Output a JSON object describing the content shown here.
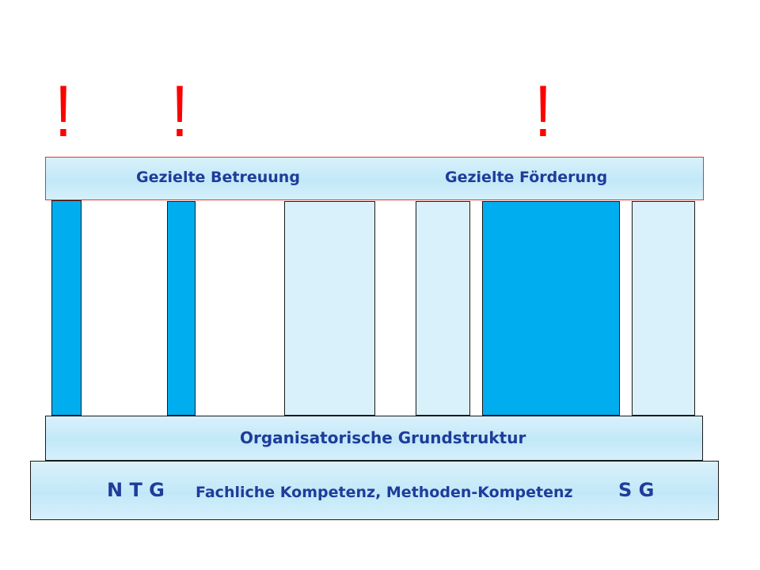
{
  "exclamation_marks": [
    "!",
    "!",
    "!"
  ],
  "roof": {
    "label_left": "Gezielte Betreuung",
    "label_right": "Gezielte Förderung"
  },
  "middle_band": {
    "label": "Organisatorische Grundstruktur"
  },
  "base": {
    "label_left": "N T G",
    "label_center": "Fachliche Kompetenz, Methoden-Kompetenz",
    "label_right": "S G"
  },
  "pillars": [
    {
      "shade": "dark"
    },
    {
      "shade": "dark"
    },
    {
      "shade": "light"
    },
    {
      "shade": "light"
    },
    {
      "shade": "dark"
    },
    {
      "shade": "light"
    }
  ],
  "colors": {
    "exclamation": "#ff0000",
    "roof_border": "#e8303a",
    "text": "#1f3c9a",
    "pillar_dark": "#00aeef",
    "pillar_light": "#d9f1fb",
    "band_fill": "#c8eaf8"
  }
}
